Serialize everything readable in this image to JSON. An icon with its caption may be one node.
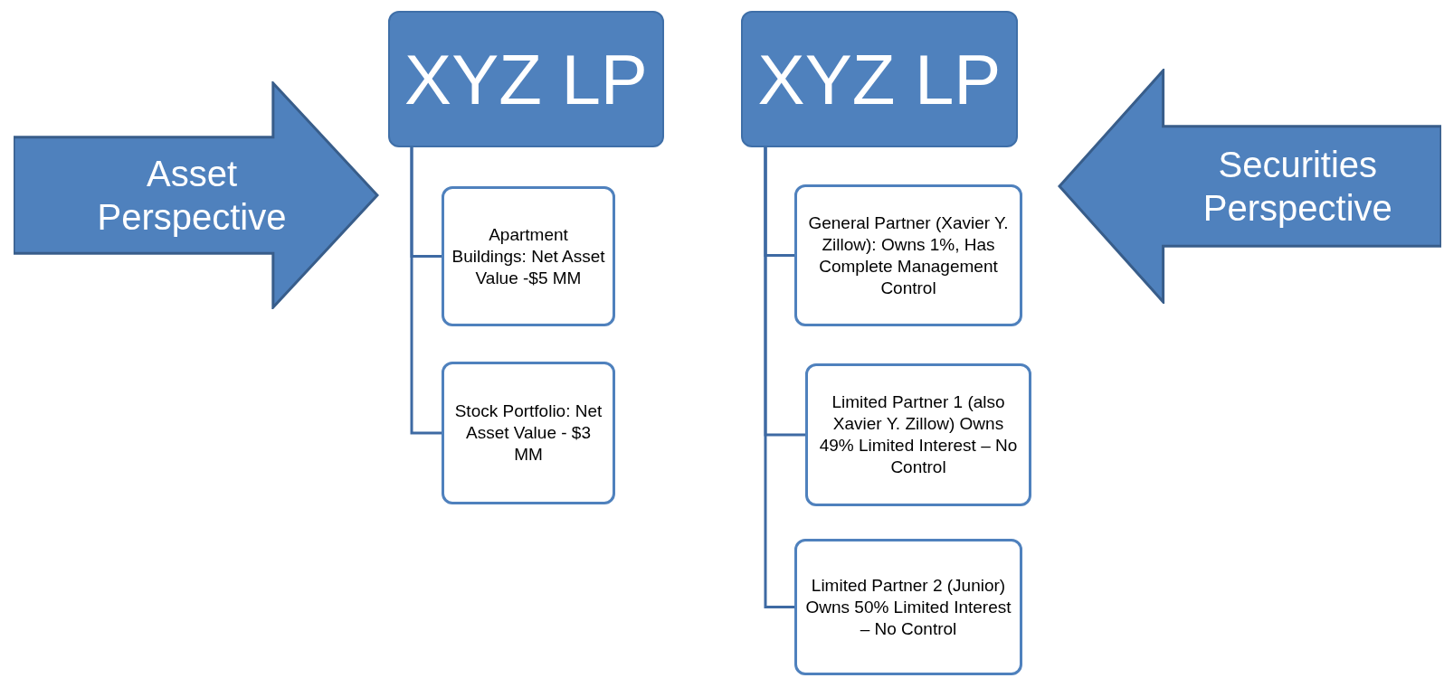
{
  "diagram": {
    "nodes": [
      {
        "text": [
          "Asset Perspective"
        ]
      },
      {
        "text": [
          "XYZ LP"
        ]
      },
      {
        "text": [
          "Apartment Buildings: Net Asset Value -$5 MM"
        ]
      },
      {
        "text": [
          "Stock Portfolio: Net Asset Value - $3 MM"
        ]
      },
      {
        "text": [
          "XYZ LP"
        ]
      },
      {
        "text": [
          "General Partner (Xavier Y. Zillow): Owns 1%, Has Complete Management Control"
        ]
      },
      {
        "text": [
          "Limited Partner 1 (also Xavier Y. Zillow) Owns 49% Limited Interest – No Control"
        ]
      },
      {
        "text": [
          "Limited Partner 2 (Junior) Owns 50% Limited Interest – No Control"
        ]
      },
      {
        "text": [
          "Securities Perspective"
        ]
      }
    ],
    "edges": [
      {
        "from": 1,
        "to": 2,
        "arrow": "none"
      },
      {
        "from": 1,
        "to": 3,
        "arrow": "none"
      },
      {
        "from": 4,
        "to": 5,
        "arrow": "none"
      },
      {
        "from": 4,
        "to": 6,
        "arrow": "none"
      },
      {
        "from": 4,
        "to": 7,
        "arrow": "none"
      }
    ]
  }
}
